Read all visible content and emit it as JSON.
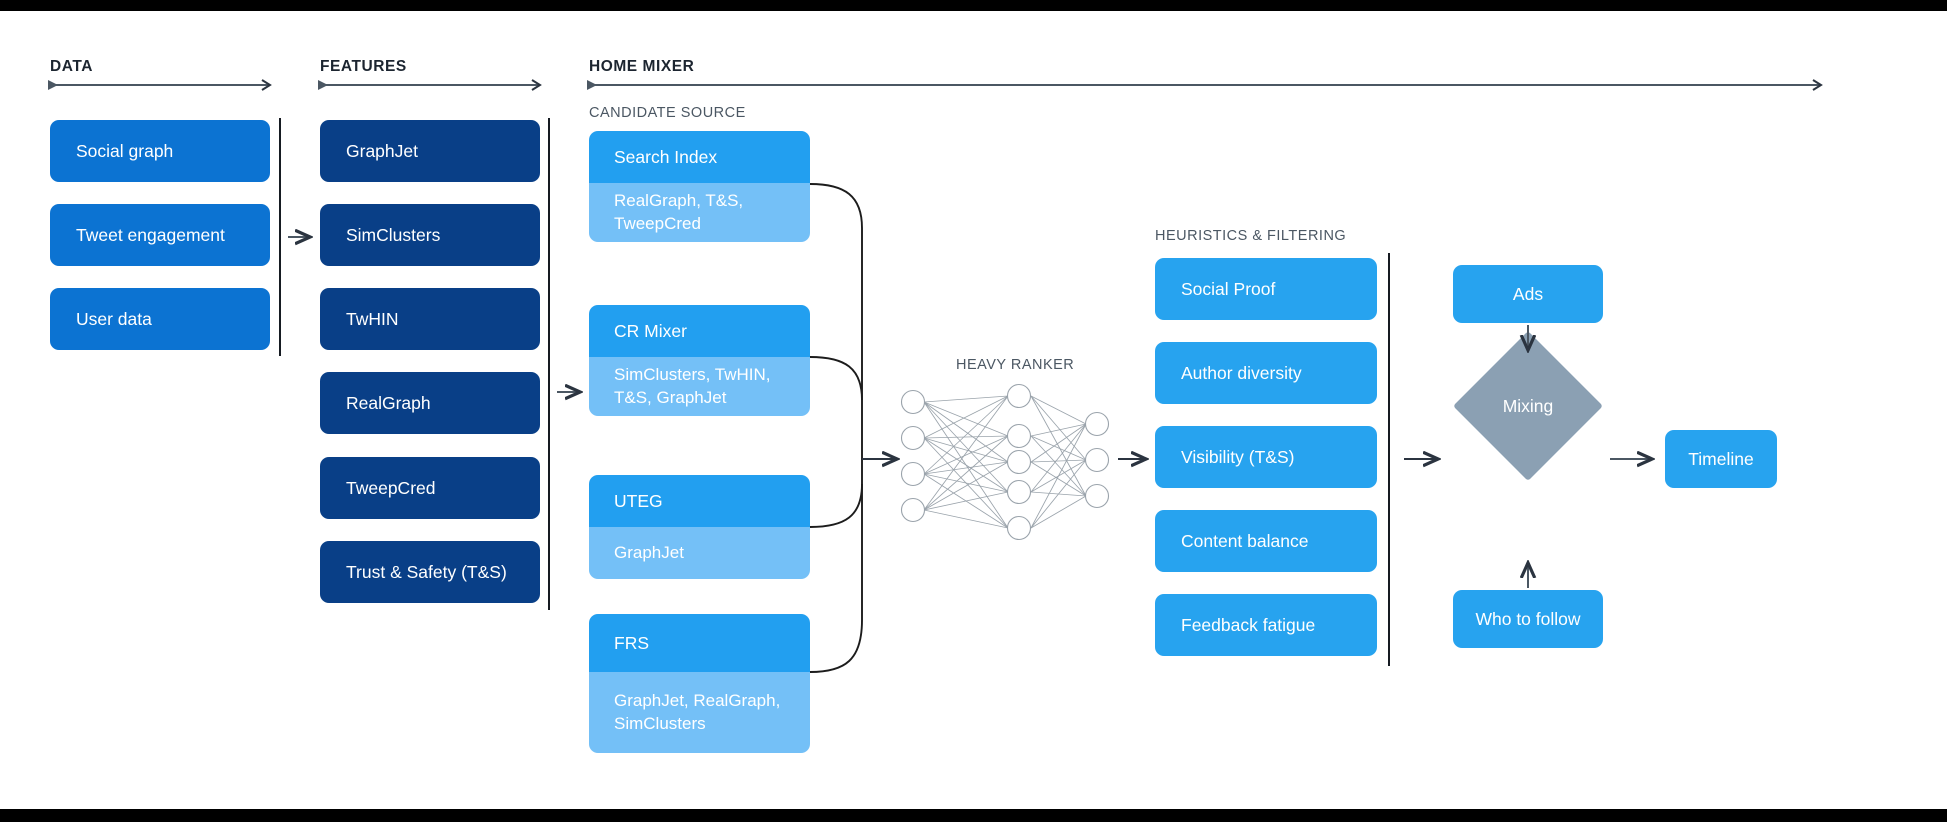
{
  "sections": {
    "data": {
      "label": "DATA"
    },
    "features": {
      "label": "FEATURES"
    },
    "home_mixer": {
      "label": "HOME MIXER"
    },
    "candidate_source": {
      "label": "CANDIDATE SOURCE"
    },
    "heavy_ranker": {
      "label": "HEAVY RANKER"
    },
    "heuristics": {
      "label": "HEURISTICS & FILTERING"
    }
  },
  "data_column": {
    "items": [
      {
        "label": "Social graph"
      },
      {
        "label": "Tweet engagement"
      },
      {
        "label": "User data"
      }
    ]
  },
  "features_column": {
    "items": [
      {
        "label": "GraphJet"
      },
      {
        "label": "SimClusters"
      },
      {
        "label": "TwHIN"
      },
      {
        "label": "RealGraph"
      },
      {
        "label": "TweepCred"
      },
      {
        "label": "Trust & Safety (T&S)"
      }
    ]
  },
  "candidate_sources": {
    "items": [
      {
        "title": "Search Index",
        "features": "RealGraph, T&S,\nTweepCred"
      },
      {
        "title": "CR Mixer",
        "features": "SimClusters, TwHIN,\nT&S, GraphJet"
      },
      {
        "title": "UTEG",
        "features": "GraphJet"
      },
      {
        "title": "FRS",
        "features": "GraphJet, RealGraph,\nSimClusters"
      }
    ]
  },
  "heavy_ranker": {
    "layers": [
      {
        "name": "input",
        "nodes": 4
      },
      {
        "name": "hidden",
        "nodes": 5
      },
      {
        "name": "output",
        "nodes": 3
      }
    ]
  },
  "heuristics_column": {
    "items": [
      {
        "label": "Social Proof"
      },
      {
        "label": "Author diversity"
      },
      {
        "label": "Visibility (T&S)"
      },
      {
        "label": "Content balance"
      },
      {
        "label": "Feedback fatigue"
      }
    ]
  },
  "mixing_stage": {
    "ads": {
      "label": "Ads"
    },
    "mixing": {
      "label": "Mixing"
    },
    "who_to_follow": {
      "label": "Who to follow"
    },
    "timeline": {
      "label": "Timeline"
    }
  },
  "colors": {
    "data_box": "#0c73d2",
    "feature_box": "#093f87",
    "candidate_head": "#229ff0",
    "candidate_body": "#74c0f7",
    "heuristic_box": "#27a3ef",
    "mixing_diamond": "#8ba0b3",
    "connector": "#1c1c1c",
    "axis": "#4b5763",
    "background": "#ffffff"
  }
}
